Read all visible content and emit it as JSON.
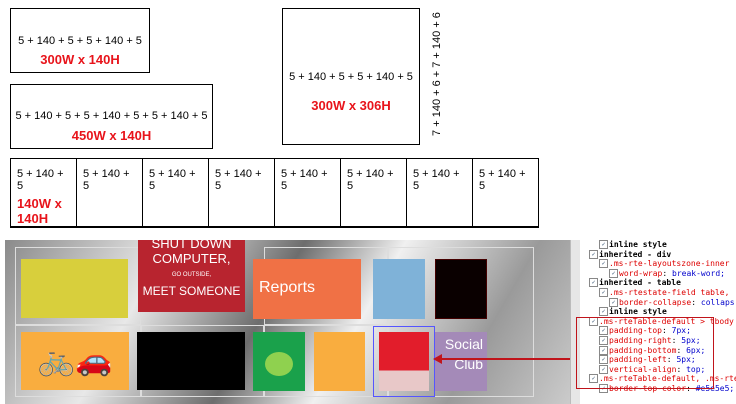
{
  "boxes": [
    {
      "formula": "5 + 140 + 5 + 5 + 140 + 5",
      "size": "300W x 140H"
    },
    {
      "formula": "5 + 140 + 5 + 5 + 140 + 5 + 5 + 140 + 5",
      "size": "450W x 140H"
    },
    {
      "formula": "5 + 140 + 5 + 5 + 140 + 5",
      "size": "300W x 306H"
    }
  ],
  "vertical_formula": "7 + 140 + 6 + 7 + 140 + 6",
  "grid": {
    "first_size": "140W x 140H",
    "cells": [
      "5 + 140 + 5",
      "5 + 140 + 5",
      "5 + 140 + 5",
      "5 + 140 + 5",
      "5 + 140 + 5",
      "5 + 140 + 5",
      "5 + 140 + 5",
      "5 + 140 + 5"
    ]
  },
  "screenshot": {
    "tiles": {
      "poster_line1": "SHUT DOWN",
      "poster_line2": "COMPUTER,",
      "poster_line3": "GO OUTSIDE,",
      "poster_line4": "MEET SOMEONE",
      "reports": "Reports",
      "social": "Social",
      "club": "Club"
    },
    "colors": {
      "yellow": "#d8cf3c",
      "red": "#b8242f",
      "orange": "#f07145",
      "blue": "#7fb2d8",
      "amber": "#f9ad3f",
      "green": "#1aa14b",
      "purple": "#a48ab8",
      "highlight": "#c0141b"
    }
  },
  "devtools": [
    {
      "indent": 1,
      "text": "inline style",
      "kind": "sel"
    },
    {
      "indent": 0,
      "text": "inherited - div",
      "kind": "sel"
    },
    {
      "indent": 1,
      "text": ".ms-rte-layoutszone-inner",
      "kind": "prop"
    },
    {
      "indent": 2,
      "prop": "word-wrap",
      "val": "break-word;"
    },
    {
      "indent": 0,
      "text": "inherited - table",
      "kind": "sel"
    },
    {
      "indent": 1,
      "text": ".ms-rtestate-field table, .",
      "kind": "prop"
    },
    {
      "indent": 2,
      "prop": "border-collapse",
      "val": "collaps"
    },
    {
      "indent": 1,
      "text": "inline style",
      "kind": "sel"
    },
    {
      "indent": 0,
      "text": ".ms-rteTable-default > tbody",
      "kind": "prop"
    },
    {
      "indent": 1,
      "prop": "padding-top",
      "val": "7px;"
    },
    {
      "indent": 1,
      "prop": "padding-right",
      "val": "5px;"
    },
    {
      "indent": 1,
      "prop": "padding-bottom",
      "val": "6px;"
    },
    {
      "indent": 1,
      "prop": "padding-left",
      "val": "5px;"
    },
    {
      "indent": 1,
      "prop": "vertical-align",
      "val": "top;"
    },
    {
      "indent": 0,
      "text": ".ms-rteTable-default, .ms-rte",
      "kind": "prop"
    },
    {
      "indent": 1,
      "prop": "border-top-color",
      "val": "#e5e5e5;"
    }
  ]
}
